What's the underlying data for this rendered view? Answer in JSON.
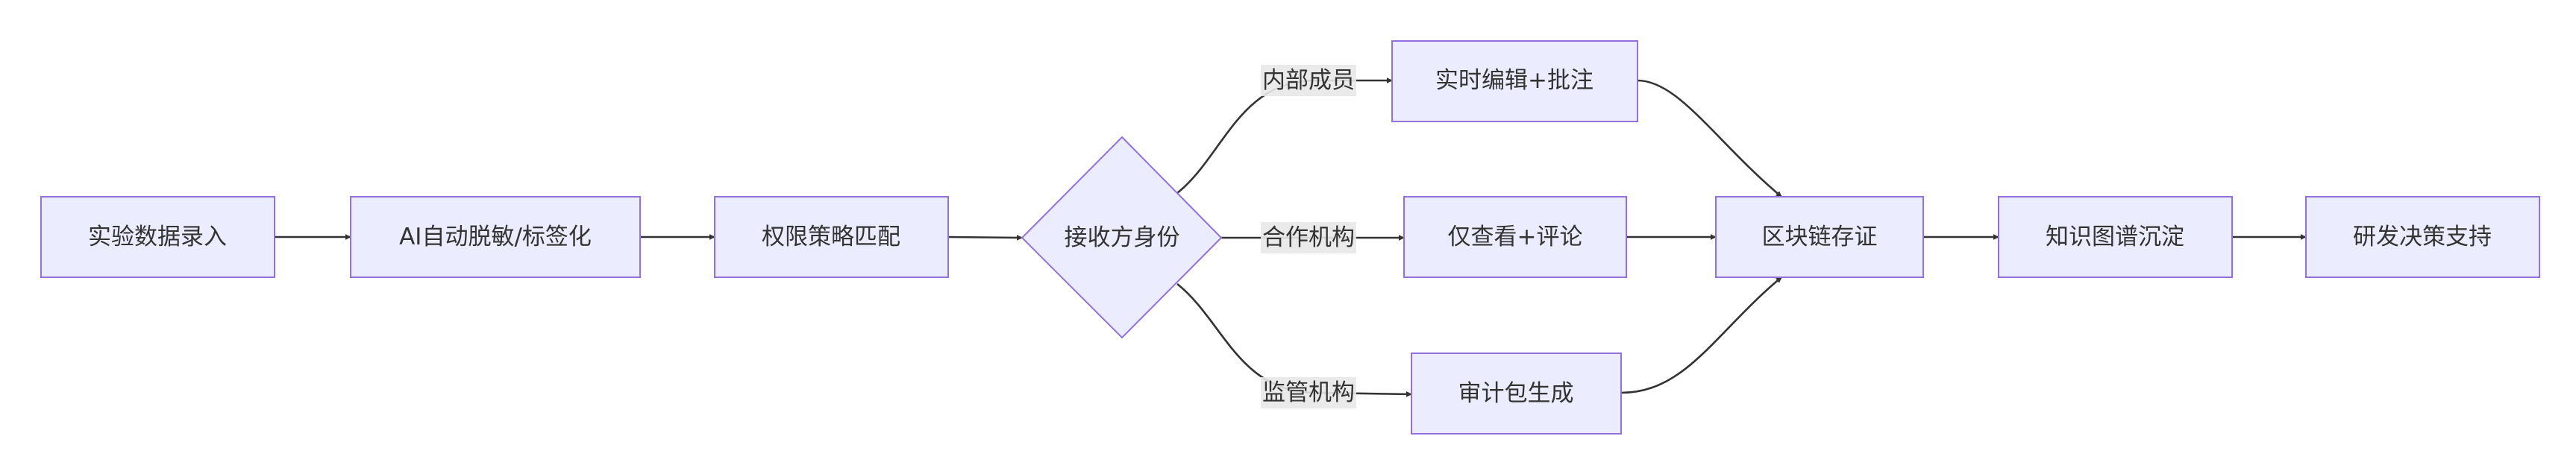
{
  "nodes": {
    "n1": "实验数据录入",
    "n2": "AI自动脱敏/标签化",
    "n3": "权限策略匹配",
    "n4": "接收方身份",
    "n5": "实时编辑+批注",
    "n6": "仅查看+评论",
    "n7": "审计包生成",
    "n8": "区块链存证",
    "n9": "知识图谱沉淀",
    "n10": "研发决策支持"
  },
  "edge_labels": {
    "internal": "内部成员",
    "partner": "合作机构",
    "regulator": "监管机构"
  },
  "colors": {
    "node_fill": "#ECECFF",
    "node_stroke": "#9370DB",
    "edge": "#333333",
    "label_bg": "#e8e8e8"
  }
}
